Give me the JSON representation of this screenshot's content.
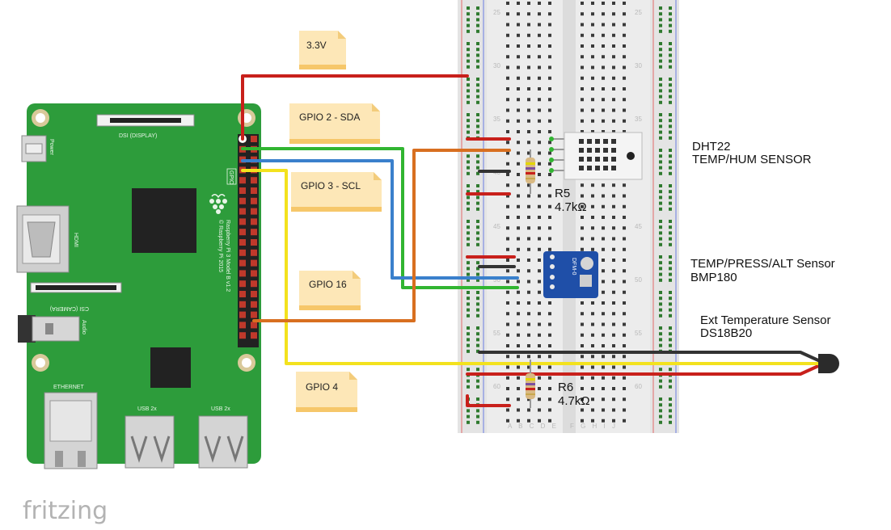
{
  "notes": {
    "v33": "3.3V",
    "gpio2": "GPIO 2 - SDA",
    "gpio3": "GPIO 3 - SCL",
    "gpio16": "GPIO 16",
    "gpio4": "GPIO 4"
  },
  "sensors": {
    "dht22_line1": "DHT22",
    "dht22_line2": "TEMP/HUM SENSOR",
    "bmp180_line1": "TEMP/PRESS/ALT Sensor",
    "bmp180_line2": "BMP180",
    "ds18b20_line1": "Ext Temperature Sensor",
    "ds18b20_line2": "DS18B20"
  },
  "resistors": {
    "r5_name": "R5",
    "r5_value": "4.7kΩ",
    "r6_name": "R6",
    "r6_value": "4.7kΩ"
  },
  "pi": {
    "dsi_label": "DSI (DISPLAY)",
    "csi_label": "CSI (CAMERA)",
    "power_label": "Power",
    "hdmi_label": "HDMI",
    "audio_label": "Audio",
    "ethernet_label": "ETHERNET",
    "usb1_label": "USB 2x",
    "usb2_label": "USB 2x",
    "gpio_label": "GPIO",
    "model_line1": "Raspberry Pi 3 Model B v1.2",
    "model_line2": "© Raspberry Pi 2015"
  },
  "bmp_chip_label": "DFM-0",
  "breadboard": {
    "row_numbers": [
      "25",
      "30",
      "35",
      "40",
      "45",
      "50",
      "55",
      "60"
    ],
    "columns_left": "A B C D E",
    "columns_right": "F G H I J"
  },
  "logo": "fritzing",
  "colors": {
    "wire_red": "#c8201b",
    "wire_green": "#31b531",
    "wire_blue": "#3a80cc",
    "wire_yellow": "#f3e21e",
    "wire_orange": "#d86f20",
    "wire_black": "#333333",
    "pi_board": "#2d9c3b",
    "note": "#fde7b7"
  }
}
